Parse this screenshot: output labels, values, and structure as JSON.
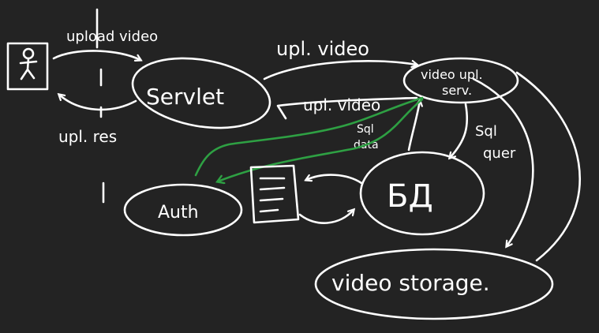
{
  "colors": {
    "background": "#232323",
    "ink": "#ffffff",
    "highlight": "#2ea043"
  },
  "nodes": {
    "user": {
      "icon": "stick-figure-icon"
    },
    "servlet": {
      "label": "Servlet"
    },
    "upload_service": {
      "line1": "video upl.",
      "line2": "serv."
    },
    "database": {
      "label": "БД"
    },
    "auth": {
      "label": "Auth"
    },
    "document": {
      "icon": "document-icon"
    },
    "storage": {
      "label": "video storage."
    }
  },
  "edges": {
    "upload_video": "upload video",
    "upl_res": "upl. res",
    "upl_video": "upl. video",
    "upl_video_return": "upl. video",
    "sql_query": {
      "line1": "Sql",
      "line2": "quer"
    },
    "sql_data": {
      "line1": "Sql",
      "line2": "data"
    }
  }
}
